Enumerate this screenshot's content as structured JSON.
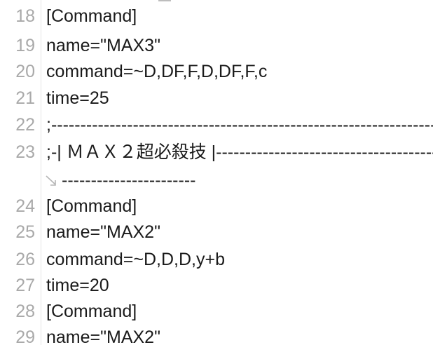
{
  "lines": [
    {
      "number": "18",
      "text": "[Command]"
    },
    {
      "number": "19",
      "text": "name=\"MAX3\""
    },
    {
      "number": "20",
      "text": "command=~D,DF,F,D,DF,F,c"
    },
    {
      "number": "21",
      "text": "time=25"
    },
    {
      "number": "22",
      "text": ";--------------------------------------------------------------------------------"
    },
    {
      "number": "23",
      "text": ";-| ＭＡＸ２超必殺技 |--------------------------------------------------"
    },
    {
      "number": "24",
      "text": "[Command]"
    },
    {
      "number": "25",
      "text": "name=\"MAX2\""
    },
    {
      "number": "26",
      "text": "command=~D,D,D,y+b"
    },
    {
      "number": "27",
      "text": "time=20"
    },
    {
      "number": "28",
      "text": "[Command]"
    },
    {
      "number": "29",
      "text": "name=\"MAX2\""
    }
  ],
  "wrap_continuation": {
    "icon": "soft-wrap-icon",
    "text": "-----------------------"
  },
  "colors": {
    "line_number": "#a9a9a9",
    "code_text": "#1a1a1a",
    "background": "#ffffff"
  }
}
